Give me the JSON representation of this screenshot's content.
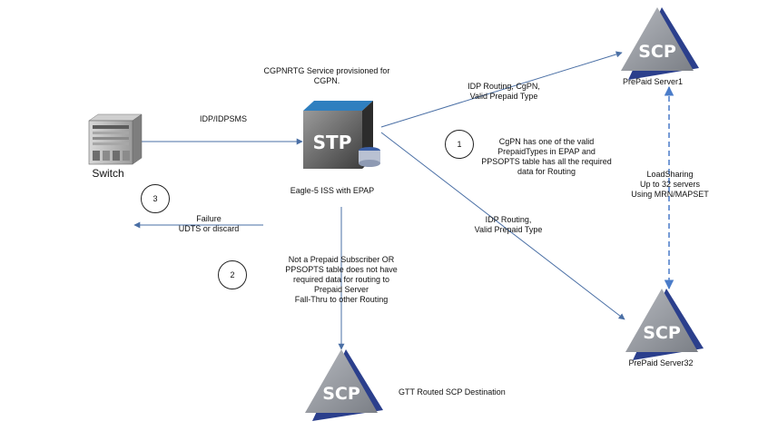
{
  "nodes": {
    "switch": {
      "label": "Switch"
    },
    "stp": {
      "icon_text": "STP",
      "label": "Eagle-5 ISS with EPAP"
    },
    "scp1": {
      "icon_text": "SCP",
      "label": "PrePaid Server1"
    },
    "scp32": {
      "icon_text": "SCP",
      "label": "PrePaid Server32"
    },
    "scp_gtt": {
      "icon_text": "SCP",
      "label": "GTT Routed SCP Destination"
    }
  },
  "annotations": {
    "cgpnrtg": [
      "CGPNRTG Service provisioned for",
      "CGPN."
    ],
    "idp_idpsms": "IDP/IDPSMS",
    "idp_route_cgpn": [
      "IDP Routing, CgPN,",
      "Valid Prepaid Type"
    ],
    "idp_route": [
      "IDP Routing,",
      "Valid Prepaid Type"
    ],
    "cond1": [
      "CgPN has one of the valid",
      "PrepaidTypes in EPAP and",
      "PPSOPTS table has all the required",
      "data for Routing"
    ],
    "loadsharing": [
      "LoadSharing",
      "Up to 32 servers",
      "Using MRN/MAPSET"
    ],
    "failure": [
      "Failure",
      "UDTS or discard"
    ],
    "cond2": [
      "Not a Prepaid Subscriber OR",
      "PPSOPTS table does not have",
      "required data for routing to",
      "Prepaid Server",
      "Fall-Thru to other Routing"
    ]
  },
  "steps": [
    "1",
    "2",
    "3"
  ],
  "colors": {
    "arrow": "#4a6fa5",
    "dashed": "#4a7cc9",
    "scp_face": "#8f939a",
    "scp_edge": "#2b3f8c",
    "stp_top": "#2f7fbf",
    "stp_face": "#6a6a6a"
  }
}
